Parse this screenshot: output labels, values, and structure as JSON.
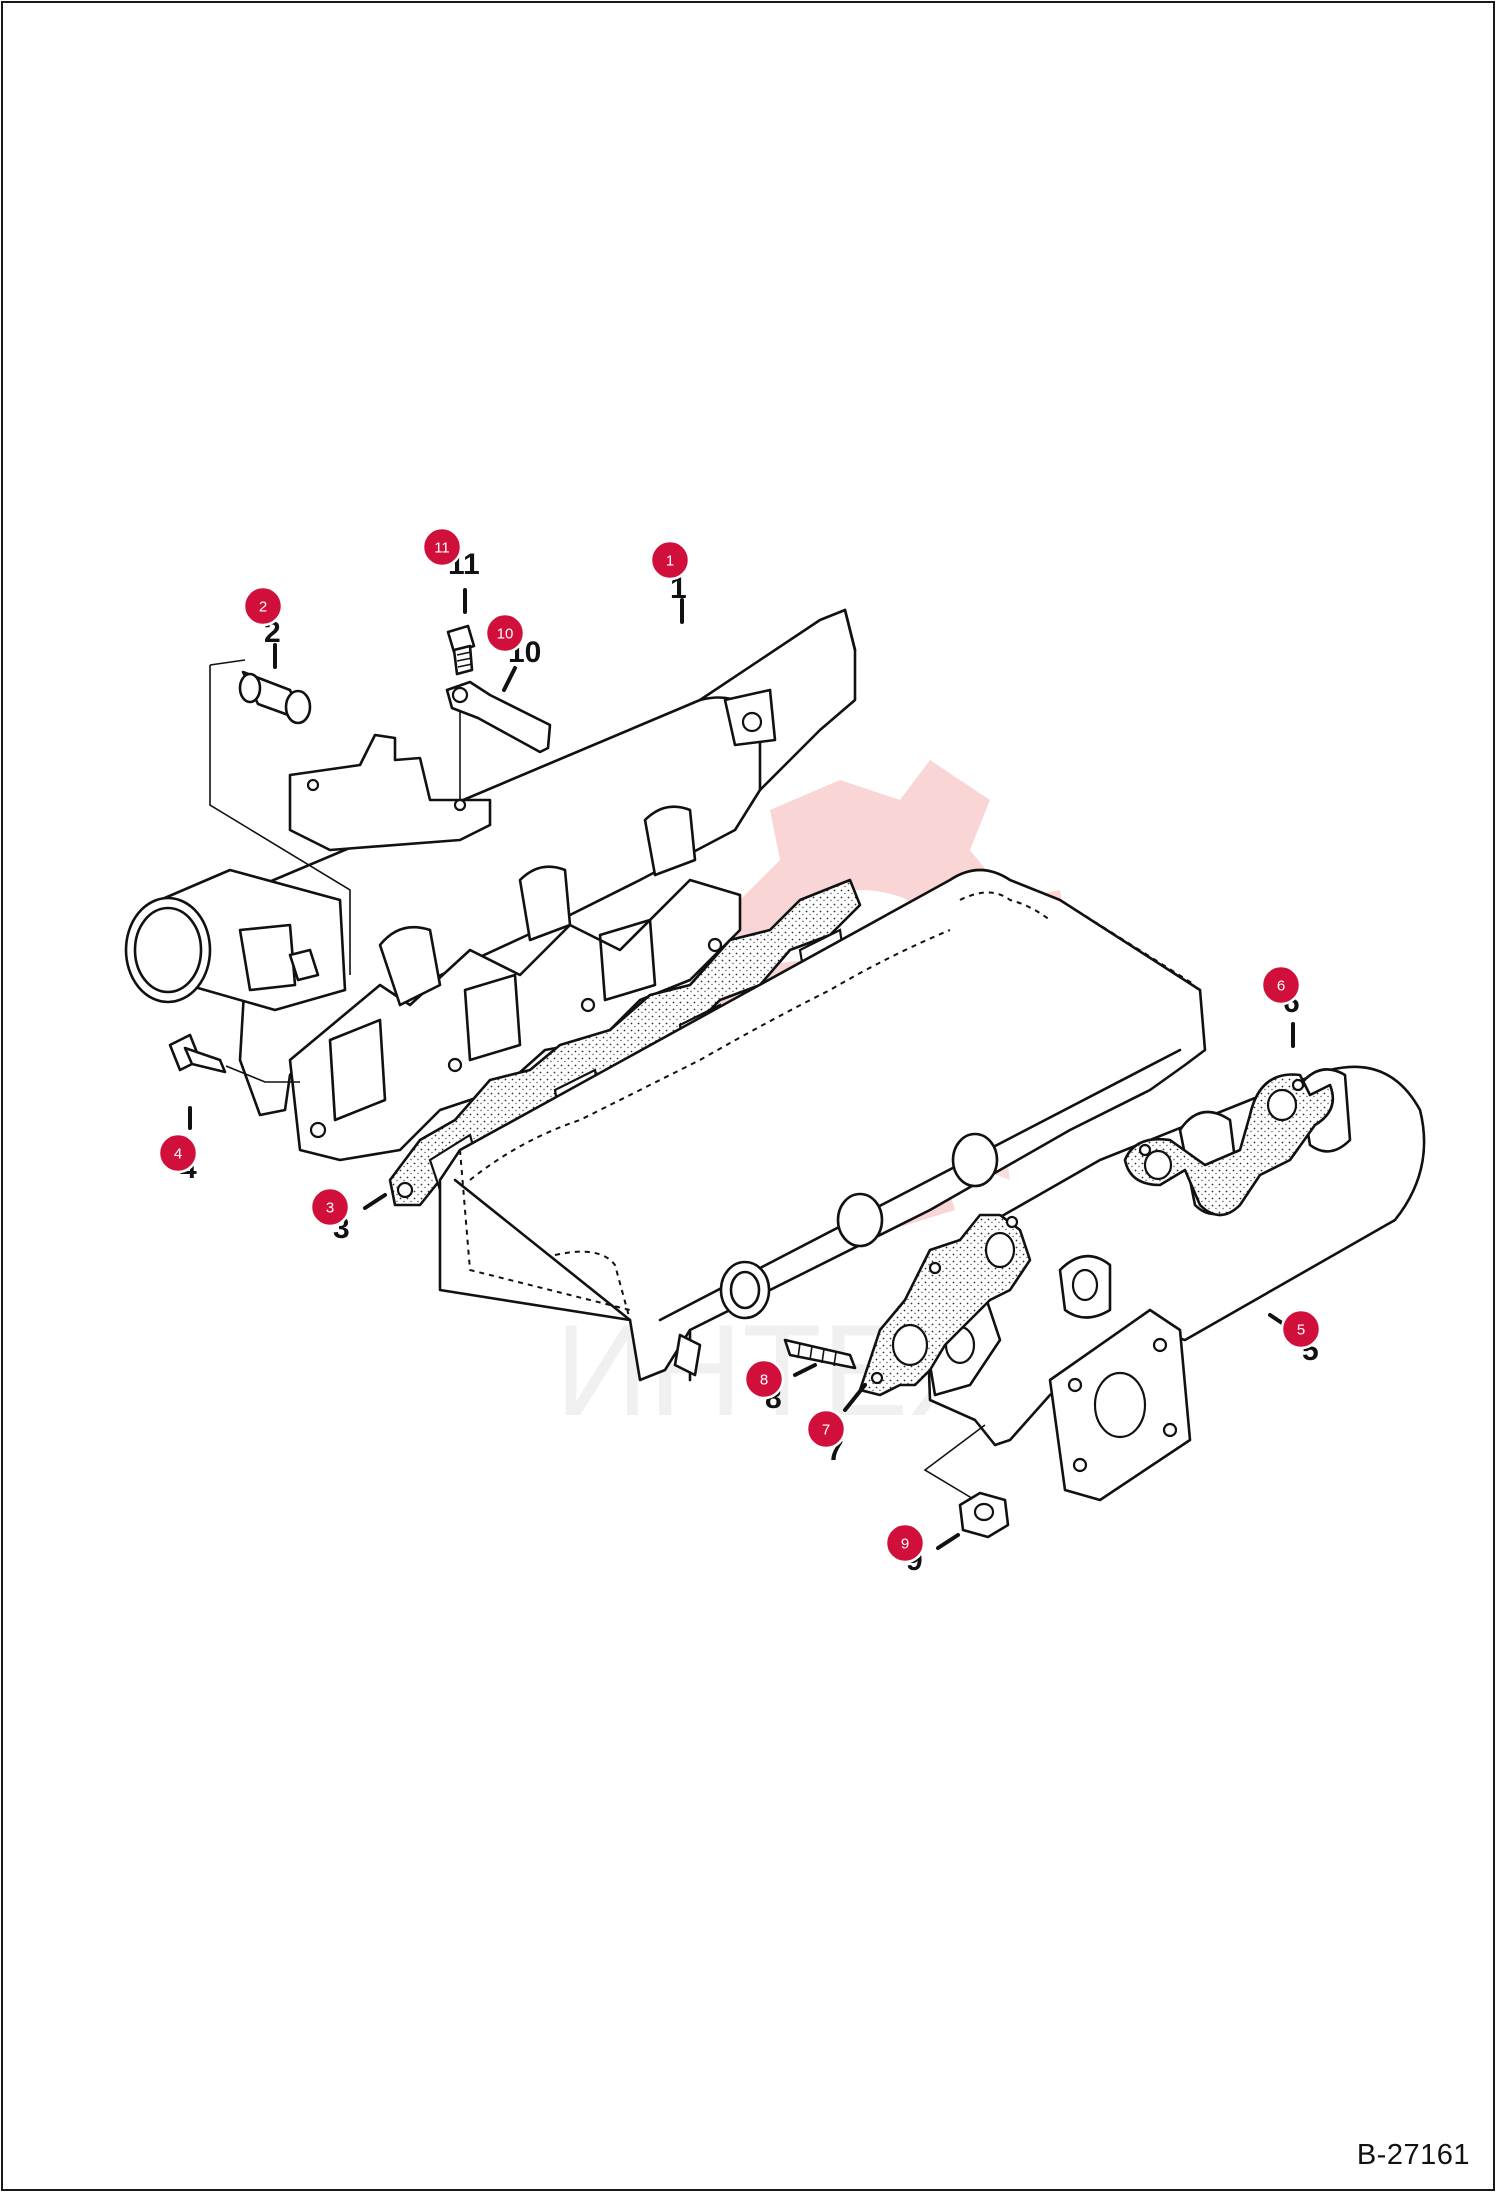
{
  "diagram": {
    "reference": "B-27161",
    "watermark_text": "ИНТЕХ",
    "watermark_color": "#e3403f",
    "badge_color": "#d0103a",
    "parts": [
      {
        "id": "1",
        "label": "1"
      },
      {
        "id": "2",
        "label": "2"
      },
      {
        "id": "3",
        "label": "3"
      },
      {
        "id": "4",
        "label": "4"
      },
      {
        "id": "5",
        "label": "5"
      },
      {
        "id": "6",
        "label": "6"
      },
      {
        "id": "7",
        "label": "7"
      },
      {
        "id": "8",
        "label": "8"
      },
      {
        "id": "9",
        "label": "9"
      },
      {
        "id": "10",
        "label": "10"
      },
      {
        "id": "11",
        "label": "11"
      }
    ]
  }
}
